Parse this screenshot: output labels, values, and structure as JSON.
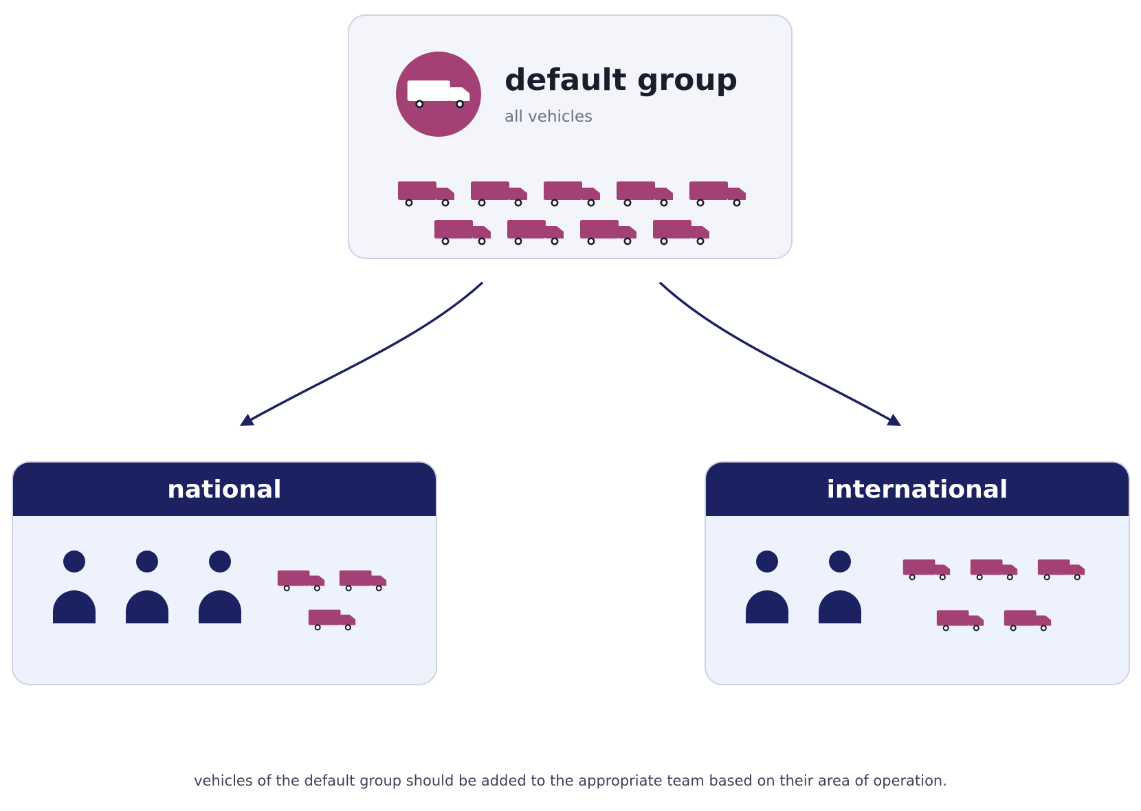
{
  "default_group": {
    "title": "default group",
    "subtitle": "all vehicles",
    "avatar_icon": "truck-icon",
    "vehicle_rows": [
      5,
      4
    ]
  },
  "teams": [
    {
      "name": "national",
      "members": 3,
      "vehicle_rows": [
        2,
        1
      ]
    },
    {
      "name": "international",
      "members": 2,
      "vehicle_rows": [
        3,
        2
      ]
    }
  ],
  "caption": "vehicles of the default group should be added to the appropriate team based on their area of operation.",
  "colors": {
    "navy": "#1b2161",
    "magenta": "#a44174",
    "card_border": "#cfd2e6",
    "default_card_bg": "#f4f5fa",
    "team_card_bg": "#eef2fc"
  }
}
